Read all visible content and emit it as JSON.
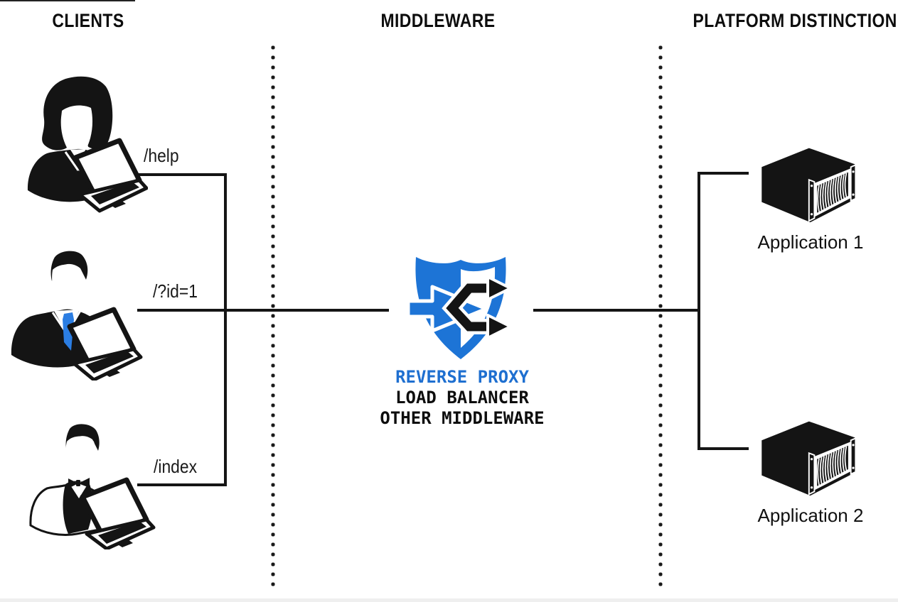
{
  "diagram": {
    "columns": [
      {
        "id": "clients",
        "title": "CLIENTS"
      },
      {
        "id": "middleware",
        "title": "MIDDLEWARE"
      },
      {
        "id": "platform",
        "title": "PLATFORM DISTINCTION"
      }
    ],
    "clients": [
      {
        "request_path": "/help",
        "persona_icon": "businesswoman-with-laptop-icon"
      },
      {
        "request_path": "/?id=1",
        "persona_icon": "businessman-suit-tie-with-laptop-icon"
      },
      {
        "request_path": "/index",
        "persona_icon": "man-bowtie-vest-with-laptop-icon"
      }
    ],
    "proxy": {
      "icon": "shield-split-arrows-icon",
      "line1": "REVERSE PROXY",
      "line2": "LOAD BALANCER",
      "line3": "OTHER MIDDLEWARE"
    },
    "applications": [
      {
        "label": "Application 1",
        "icon": "rack-server-icon"
      },
      {
        "label": "Application 2",
        "icon": "rack-server-icon"
      }
    ]
  },
  "colors": {
    "ink": "#141414",
    "accent_blue": "#1d74d6",
    "text_blue": "#1e6fd0",
    "tie_blue": "#2b7de2"
  }
}
